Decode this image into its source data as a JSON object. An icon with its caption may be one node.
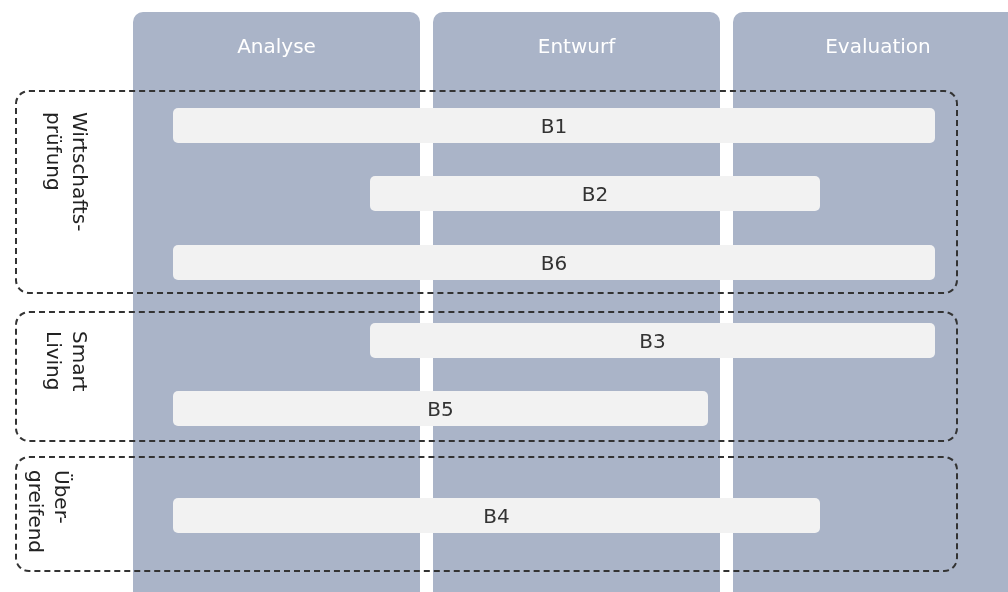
{
  "diagram": {
    "nodes": [
      {
        "text": [
          "Analyse"
        ]
      },
      {
        "text": [
          "Entwurf"
        ]
      },
      {
        "text": [
          "Evaluation"
        ]
      },
      {
        "text": [
          "Wirtschafts- prüfung"
        ]
      },
      {
        "text": [
          "B1"
        ],
        "in": 3
      },
      {
        "text": [
          "B2"
        ],
        "in": 3
      },
      {
        "text": [
          "B6"
        ],
        "in": 3
      },
      {
        "text": [
          "Smart Living"
        ]
      },
      {
        "text": [
          "B3"
        ],
        "in": 7
      },
      {
        "text": [
          "B5"
        ],
        "in": 7
      },
      {
        "text": [
          "Über- greifend"
        ]
      },
      {
        "text": [
          "B4"
        ],
        "in": 10
      }
    ]
  }
}
